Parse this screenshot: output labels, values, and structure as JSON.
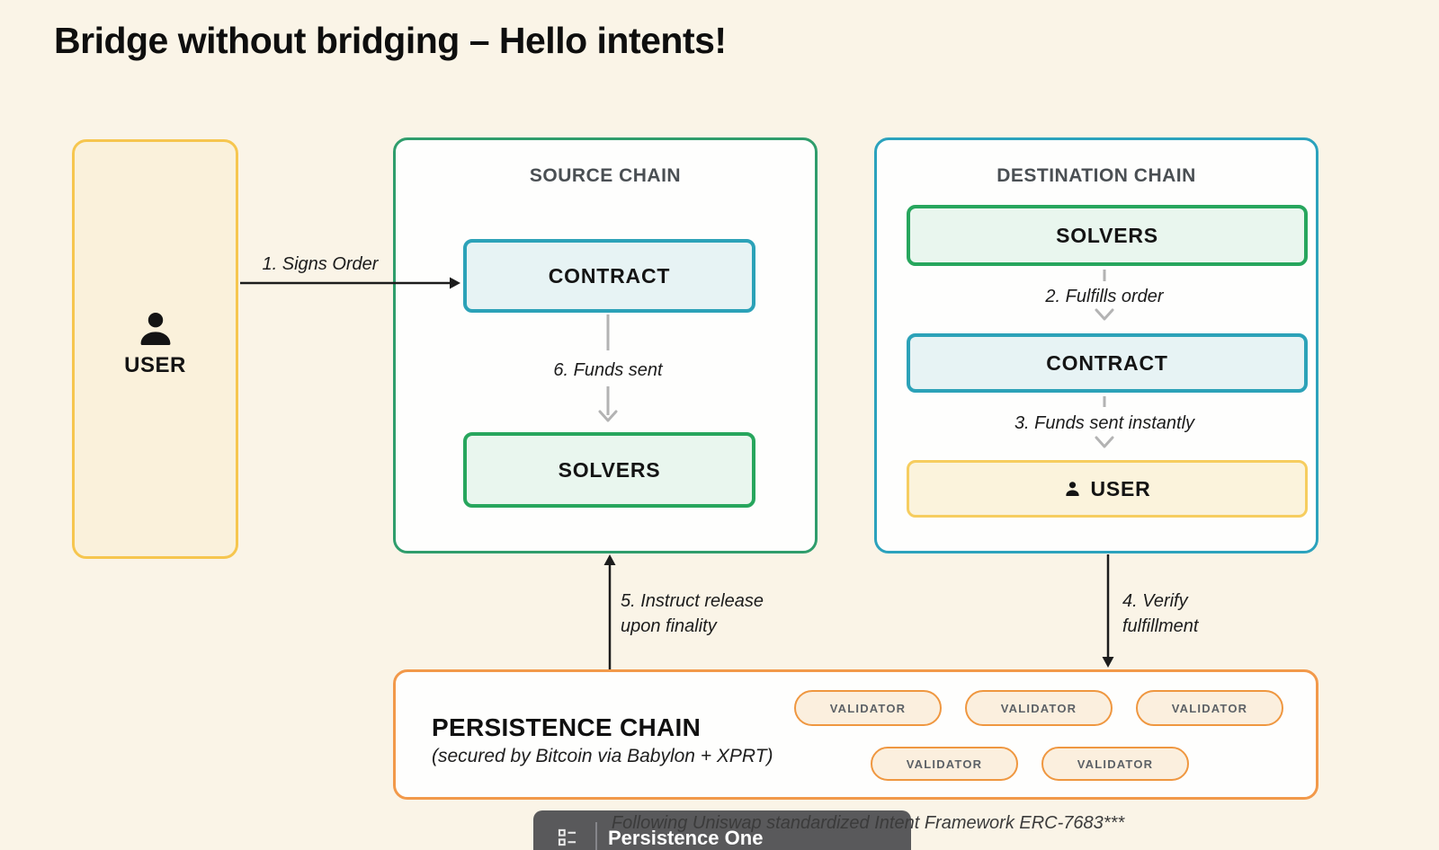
{
  "title": "Bridge without bridging – Hello intents!",
  "user_box": {
    "label": "USER"
  },
  "source_chain": {
    "title": "SOURCE CHAIN",
    "contract_label": "CONTRACT",
    "solvers_label": "SOLVERS"
  },
  "destination_chain": {
    "title": "DESTINATION CHAIN",
    "solvers_label": "SOLVERS",
    "contract_label": "CONTRACT",
    "user_label": "USER"
  },
  "steps": {
    "step1": "1. Signs Order",
    "step2": "2. Fulfills order",
    "step3": "3. Funds sent instantly",
    "step4_line1": "4. Verify",
    "step4_line2": "fulfillment",
    "step5_line1": "5. Instruct release",
    "step5_line2": "upon finality",
    "step6": "6. Funds sent"
  },
  "persistence": {
    "title": "PERSISTENCE CHAIN",
    "subtitle": "(secured by Bitcoin via Babylon + XPRT)",
    "validators": [
      "VALIDATOR",
      "VALIDATOR",
      "VALIDATOR",
      "VALIDATOR",
      "VALIDATOR"
    ]
  },
  "footnote": "Following Uniswap standardized Intent Framework ERC-7683***",
  "brand": {
    "name": "Persistence One"
  },
  "colors": {
    "background": "#FAF4E7",
    "user_border": "#F6C64F",
    "source_border": "#2F9D6C",
    "destination_border": "#2BA2BD",
    "contract_border": "#2CA2B8",
    "solvers_border": "#27A65D",
    "persistence_border": "#F2994A",
    "gray_arrow": "#B3B3B3",
    "black_arrow": "#1c1c1c",
    "brand_bar": "#59595B"
  }
}
